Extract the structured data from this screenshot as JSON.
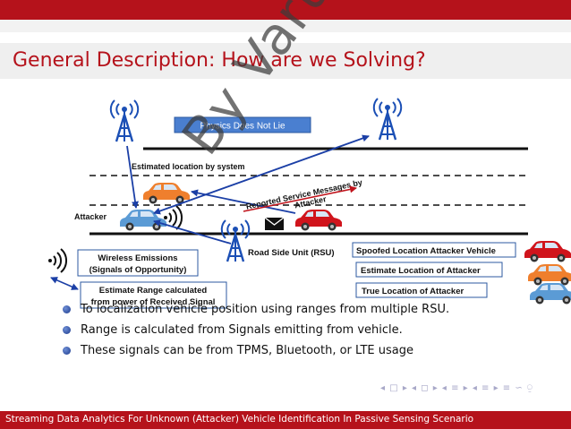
{
  "title": "General Description: How are we Solving?",
  "footer": "Streaming Data Analytics For Unknown (Attacker) Vehicle Identification In Passive Sensing Scenario",
  "watermark": "By Varun Garg, Ph",
  "diagram": {
    "physics_label": "Physics Does Not Lie",
    "estimated_location": "Estimated location by system",
    "attacker": "Attacker",
    "reported_line1": "Reported Service Messages by",
    "reported_line2": "Attacker",
    "rsu": "Road Side Unit (RSU)",
    "wireless_line1": "Wireless Emissions",
    "wireless_line2": "(Signals of Opportunity)",
    "estimate_range_line1": "Estimate Range calculated",
    "estimate_range_line2": "from power of Received Signal",
    "legend": {
      "spoofed": "Spoofed Location  Attacker Vehicle",
      "estimate": "Estimate Location of Attacker",
      "true": "True Location of Attacker"
    }
  },
  "bullets": [
    "To localization vehicle position using ranges from multiple RSU.",
    "Range is calculated from Signals emitting from vehicle.",
    "These signals can be from TPMS, Bluetooth, or LTE usage"
  ],
  "nav_symbols": "◂ □ ▸ ◂ ◻ ▸ ◂ ≡ ▸ ◂ ≡ ▸   ≡   ∽ ⍜"
}
